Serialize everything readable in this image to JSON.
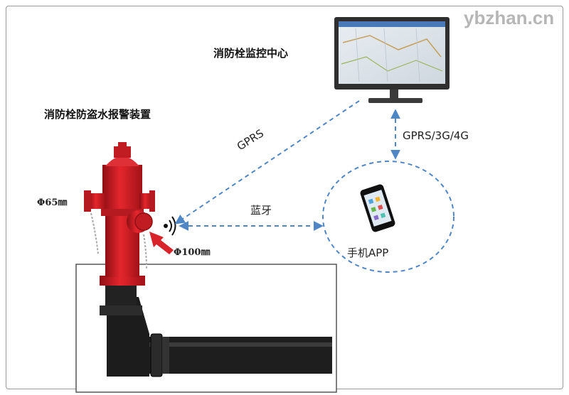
{
  "watermark": {
    "text": "ybzhan.cn"
  },
  "device": {
    "title": "消防栓防盗水报警装置"
  },
  "center": {
    "title": "消防栓监控中心"
  },
  "links": {
    "gprs_left": "GPRS",
    "gprs_right": "GPRS/3G/4G",
    "bluetooth": "蓝牙"
  },
  "phone": {
    "label": "手机APP"
  },
  "dimensions": {
    "outlet_small": "Φ65㎜",
    "outlet_large": "Φ100㎜"
  },
  "colors": {
    "hydrant_red": "#d8232a",
    "link_blue": "#4f86c6",
    "pipe_dark": "#1e1e1e"
  }
}
